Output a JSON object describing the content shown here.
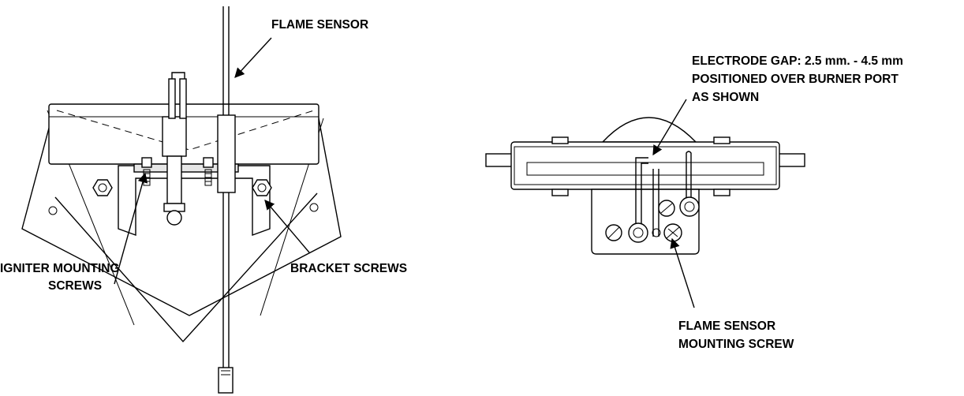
{
  "labels": {
    "flame_sensor": "FLAME SENSOR",
    "igniter_screws_line1": "IGNITER MOUNTING",
    "igniter_screws_line2": "SCREWS",
    "bracket_screws": "BRACKET SCREWS",
    "electrode_gap_line1": "ELECTRODE GAP: 2.5 mm. - 4.5 mm",
    "electrode_gap_line2": "POSITIONED OVER BURNER PORT",
    "electrode_gap_line3": "AS SHOWN",
    "flame_sensor_screw_line1": "FLAME SENSOR",
    "flame_sensor_screw_line2": "MOUNTING SCREW"
  }
}
